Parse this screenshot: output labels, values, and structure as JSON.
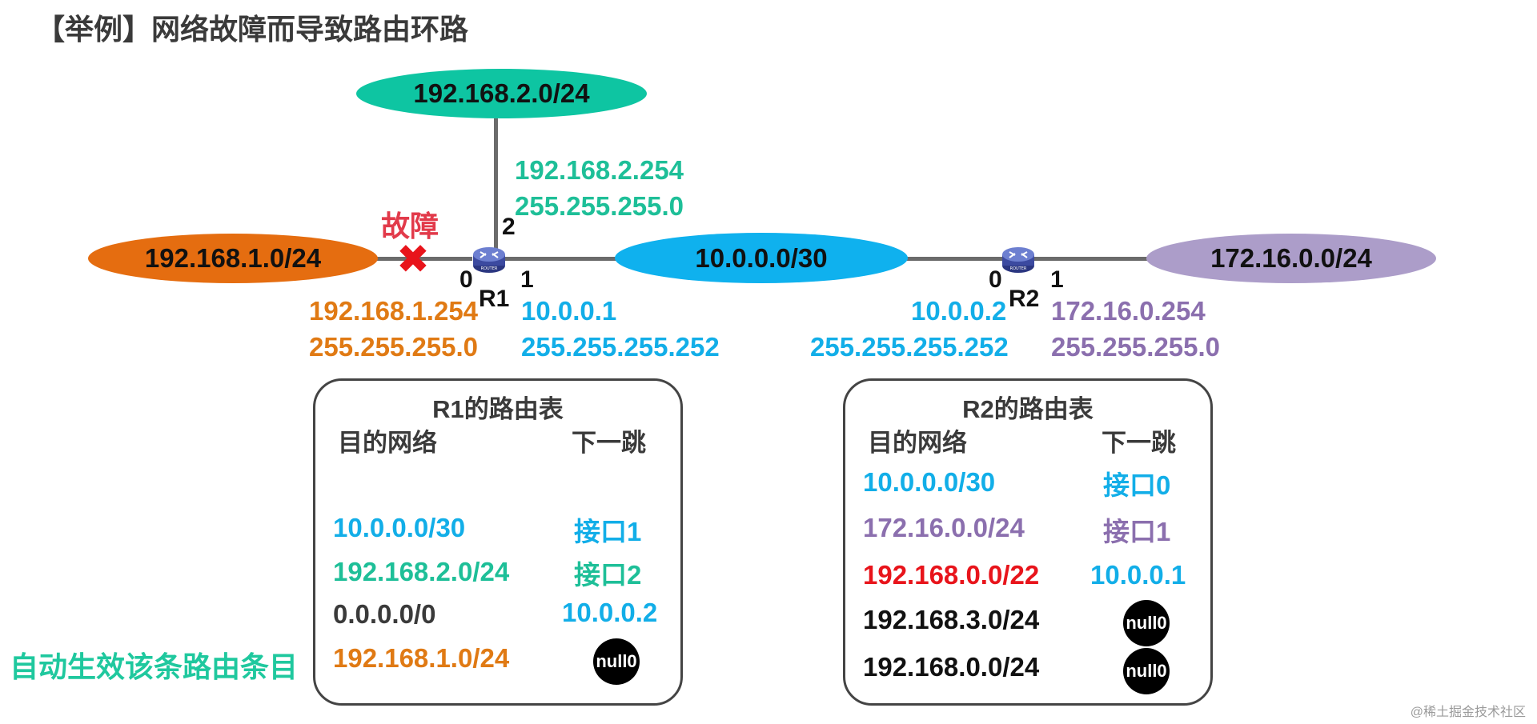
{
  "title": "【举例】网络故障而导致路由环路",
  "colors": {
    "orange": "#e07a14",
    "teal": "#1ebf98",
    "blue": "#12aee8",
    "purple": "#8b6fae",
    "red": "#e8141b",
    "dark": "#3a3a3a",
    "ellipse_orange": "#e56d10",
    "ellipse_teal": "#0ec5a2",
    "ellipse_blue": "#0fb1ee",
    "ellipse_purple": "#ac9dc9"
  },
  "networks": {
    "top": "192.168.2.0/24",
    "left": "192.168.1.0/24",
    "middle": "10.0.0.0/30",
    "right": "172.16.0.0/24"
  },
  "fault_label": "故障",
  "routers": {
    "r1": {
      "name": "R1",
      "port0": "0",
      "port1": "1",
      "port2": "2",
      "if2_ip": "192.168.2.254",
      "if2_mask": "255.255.255.0",
      "if0_ip": "192.168.1.254",
      "if0_mask": "255.255.255.0",
      "if1_ip": "10.0.0.1",
      "if1_mask": "255.255.255.252"
    },
    "r2": {
      "name": "R2",
      "port0": "0",
      "port1": "1",
      "if0_ip": "10.0.0.2",
      "if0_mask": "255.255.255.252",
      "if1_ip": "172.16.0.254",
      "if1_mask": "255.255.255.0"
    }
  },
  "r1_table": {
    "title": "R1的路由表",
    "col_dest": "目的网络",
    "col_next": "下一跳",
    "rows": [
      {
        "dest": "10.0.0.0/30",
        "next": "接口1"
      },
      {
        "dest": "192.168.2.0/24",
        "next": "接口2"
      },
      {
        "dest": "0.0.0.0/0",
        "next": "10.0.0.2"
      },
      {
        "dest": "192.168.1.0/24",
        "next": "null0"
      }
    ]
  },
  "r2_table": {
    "title": "R2的路由表",
    "col_dest": "目的网络",
    "col_next": "下一跳",
    "rows": [
      {
        "dest": "10.0.0.0/30",
        "next": "接口0"
      },
      {
        "dest": "172.16.0.0/24",
        "next": "接口1"
      },
      {
        "dest": "192.168.0.0/22",
        "next": "10.0.0.1"
      },
      {
        "dest": "192.168.3.0/24",
        "next": "null0"
      },
      {
        "dest": "192.168.0.0/24",
        "next": "null0"
      }
    ]
  },
  "note": "自动生效该条路由条目",
  "watermark": "@稀土掘金技术社区"
}
